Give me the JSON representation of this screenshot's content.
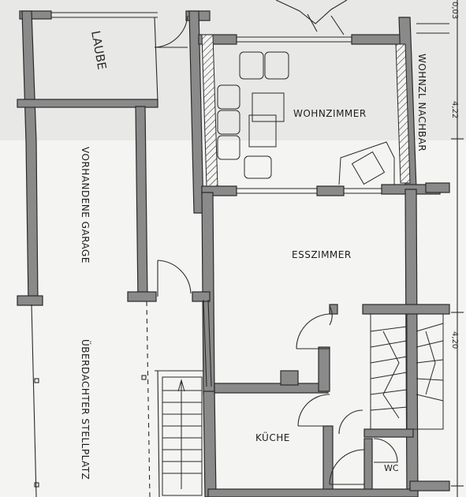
{
  "labels": {
    "laube": "LAUBE",
    "wohnzimmer": "WOHNZIMMER",
    "wohnzl_nachbar": "WOHNZL NACHBAR",
    "vorhandene_garage": "VORHANDENE GARAGE",
    "esszimmer": "ESSZIMMER",
    "ueberdachter_stellplatz": "ÜBERDACHTER STELLPLATZ",
    "kueche": "KÜCHE",
    "wc": "WC"
  },
  "dimensions": {
    "top": "0,03",
    "right_upper": "4,22",
    "right_lower": "4,20"
  },
  "colors": {
    "paper": "#f4f4f2",
    "paper_top": "#e8e8e6",
    "wall_fill": "#8a8a8a",
    "line": "#2a2a2a"
  }
}
